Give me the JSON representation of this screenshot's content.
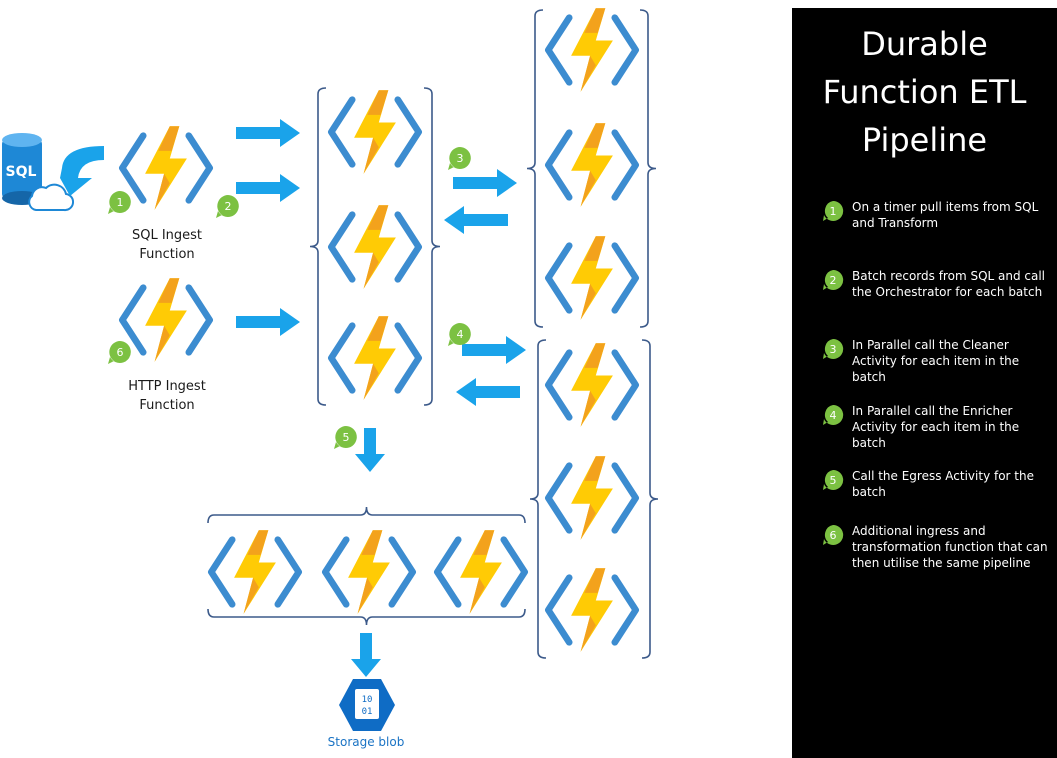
{
  "diagram": {
    "nodes": {
      "sql_ingest": {
        "label_line1": "SQL Ingest",
        "label_line2": "Function"
      },
      "http_ingest": {
        "label_line1": "HTTP Ingest",
        "label_line2": "Function"
      },
      "storage": {
        "label": "Storage blob",
        "icon_text_line1": "10",
        "icon_text_line2": "01"
      },
      "sql_db": {
        "icon_text": "SQL"
      }
    },
    "step_badges": [
      "1",
      "2",
      "3",
      "4",
      "5",
      "6"
    ]
  },
  "legend": {
    "title_lines": [
      "Durable",
      "Function ETL",
      "Pipeline"
    ],
    "steps": [
      {
        "number": "1",
        "text": "On a timer pull items from SQL and Transform"
      },
      {
        "number": "2",
        "text": "Batch records from SQL and call the Orchestrator for each batch"
      },
      {
        "number": "3",
        "text": "In Parallel call the Cleaner Activity for each item in the batch"
      },
      {
        "number": "4",
        "text": "In Parallel call the Enricher Activity for each item in the batch"
      },
      {
        "number": "5",
        "text": "Call the Egress Activity for the batch"
      },
      {
        "number": "6",
        "text": "Additional ingress and transformation function that can then utilise the same pipeline"
      }
    ]
  },
  "colors": {
    "bolt_main": "#FFCB05",
    "bolt_shade": "#F3A21C",
    "chevron": "#3C8CD0",
    "arrow": "#1AA3EA",
    "badge": "#7CC142",
    "bracket": "#3C5A8A",
    "storage": "#0F6CC5",
    "legend_bg": "#000000"
  }
}
